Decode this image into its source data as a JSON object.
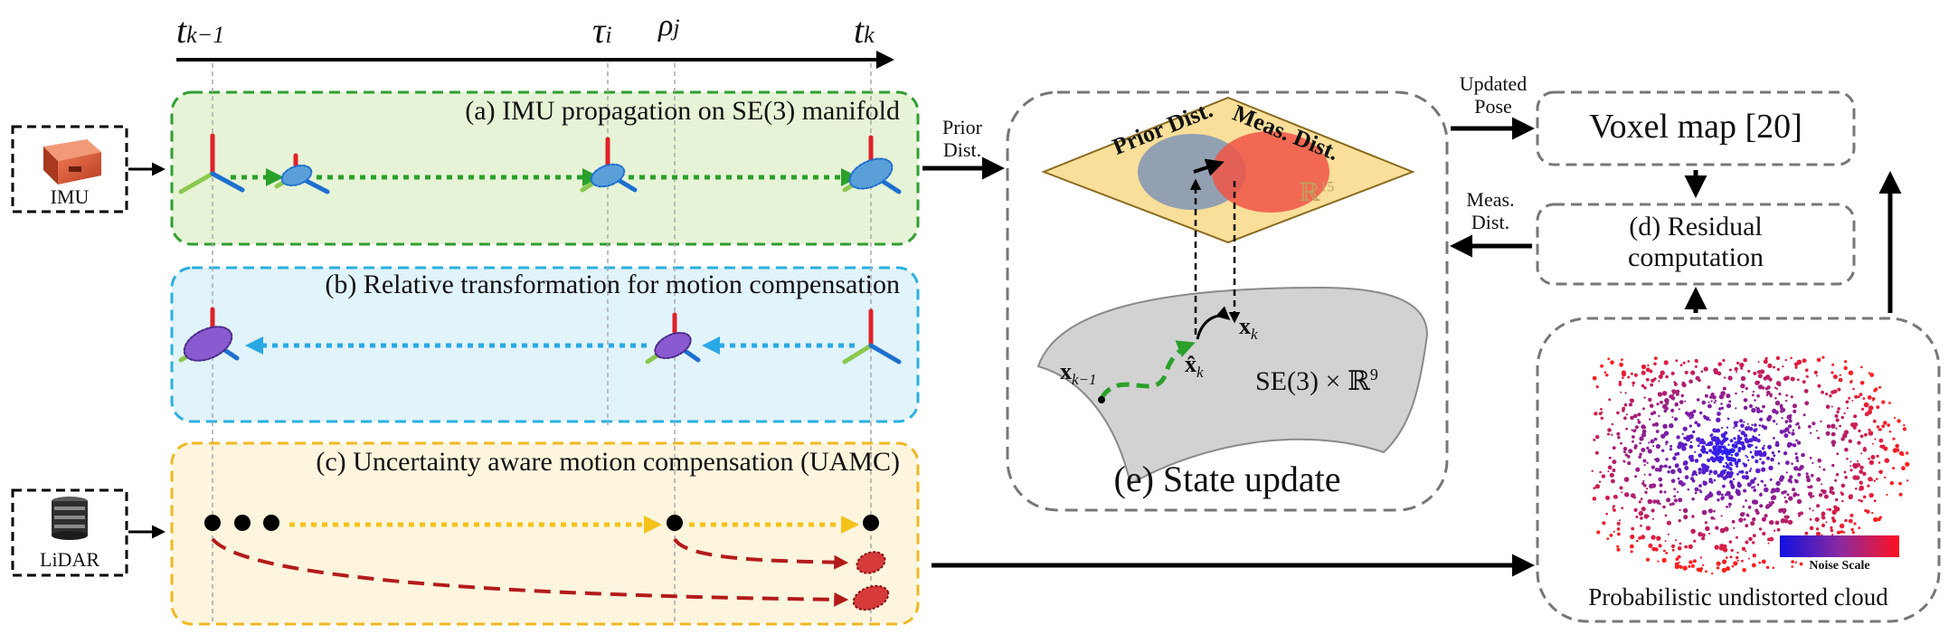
{
  "timeline": {
    "t_km1": "t",
    "t_km1_sub": "k−1",
    "tau_i": "τ",
    "tau_i_sub": "i",
    "rho_j": "ρ",
    "rho_j_sub": "j",
    "t_k": "t",
    "t_k_sub": "k"
  },
  "sensors": {
    "imu": "IMU",
    "lidar": "LiDAR"
  },
  "panels": {
    "a": "(a) IMU propagation on SE(3) manifold",
    "b": "(b) Relative transformation for motion compensation",
    "c": "(c) Uncertainty aware motion compensation (UAMC)",
    "d_line1": "(d) Residual",
    "d_line2": "computation",
    "e": "(e) State update",
    "voxel": "Voxel map [20]",
    "cloud": "Probabilistic undistorted cloud",
    "noise_scale": "Noise Scale"
  },
  "arrows": {
    "prior_line1": "Prior",
    "prior_line2": "Dist.",
    "updated_line1": "Updated",
    "updated_line2": "Pose",
    "meas_line1": "Meas.",
    "meas_line2": "Dist."
  },
  "state_update": {
    "prior_dist": "Prior Dist.",
    "meas_dist": "Meas. Dist.",
    "r15": "ℝ",
    "r15_sup": "15",
    "manifold": "SE(3) × ℝ",
    "manifold_sup": "9",
    "x_km1": "x",
    "x_km1_sub": "k−1",
    "xhat_k": "x̂",
    "xhat_k_sub": "k",
    "x_k": "x",
    "x_k_sub": "k"
  },
  "colors": {
    "panel_a_border": "#2f9e2f",
    "panel_a_fill": "#e6f3d6",
    "panel_b_border": "#2ab0e0",
    "panel_b_fill": "#e1f3fb",
    "panel_c_border": "#f0b822",
    "panel_c_fill": "#fdf5dd",
    "axis_red": "#e0202a",
    "axis_green": "#8cc850",
    "axis_blue": "#1e6fd0",
    "ellipse_blue": "#5a9fd8",
    "ellipse_purple": "#8a5ad0",
    "dash_green": "#2aa02a",
    "dash_blue": "#29a8e6",
    "dash_yellow": "#f5c21c",
    "dash_red": "#b31b1b",
    "prior_fill": "#8095b5",
    "meas_fill": "#f05545",
    "diamond_fill": "#f9df9a"
  }
}
